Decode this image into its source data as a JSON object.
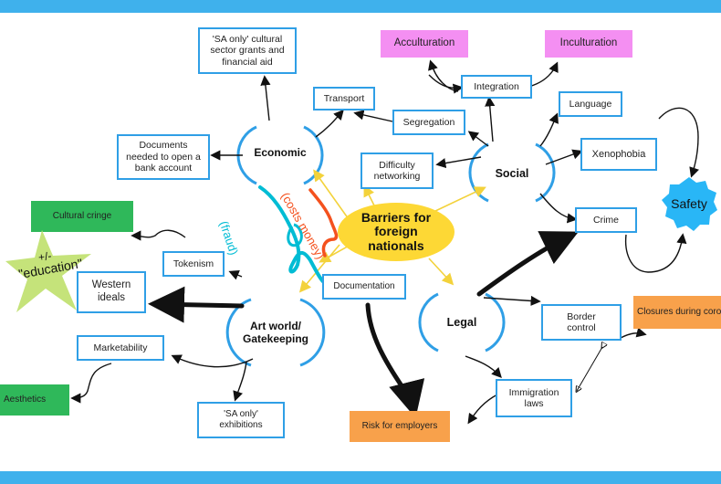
{
  "colors": {
    "band": "#3fb1ec",
    "box_border": "#2f9fe6",
    "main_fill": "#fdd835",
    "green": "#2fb85a",
    "pink": "#f48ff2",
    "orange": "#f8a14b",
    "lime": "#c5e37a",
    "safety_fill": "#29b6f6",
    "teal_annotation": "#00bcd4",
    "red_annotation": "#f4511e"
  },
  "central": {
    "label": "Barriers for foreign nationals"
  },
  "hubs": {
    "economic": "Economic",
    "social": "Social",
    "legal": "Legal",
    "art": "Art world/ Gatekeeping"
  },
  "economic_items": {
    "grants": "'SA only' cultural sector grants and financial aid",
    "transport": "Transport",
    "bank_docs": "Documents needed to open a bank account"
  },
  "social_items": {
    "acculturation": "Acculturation",
    "inculturation": "Inculturation",
    "integration": "Integration",
    "segregation": "Segregation",
    "language": "Language",
    "difficulty": "Difficulty networking",
    "xenophobia": "Xenophobia",
    "crime": "Crime",
    "safety": "Safety"
  },
  "legal_items": {
    "documentation": "Documentation",
    "border": "Border control",
    "closures": "Closures during coro",
    "immigration": "Immigration laws",
    "risk": "Risk for employers"
  },
  "art_items": {
    "cultural_cringe": "Cultural cringe",
    "plus_minus": "+/-",
    "education": "\"education\"",
    "tokenism": "Tokenism",
    "western": "Western ideals",
    "marketability": "Marketability",
    "aesthetics": "Aesthetics",
    "exhibitions": "'SA only' exhibitions"
  },
  "annotations": {
    "fraud": "(fraud)",
    "costs_money": "(costs money)"
  }
}
